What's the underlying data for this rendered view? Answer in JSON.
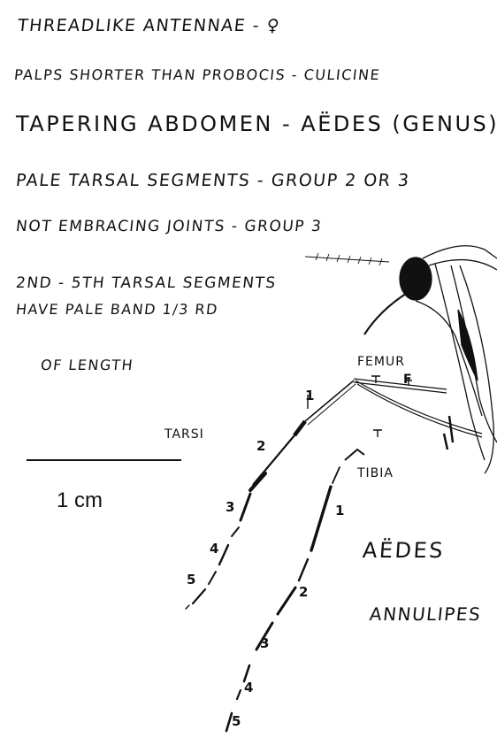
{
  "notes": {
    "line1": "THREADLIKE ANTENNAE - ♀",
    "line2": "PALPS SHORTER THAN PROBOCIS - CULICINE",
    "line3": "TAPERING ABDOMEN - AËDES (GENUS)",
    "line4": "PALE TARSAL SEGMENTS - GROUP 2 OR 3",
    "line5": "NOT EMBRACING JOINTS - GROUP 3",
    "line6": "2ND - 5TH TARSAL SEGMENTS",
    "line7": "HAVE PALE BAND 1/3 RD",
    "line8": "OF LENGTH"
  },
  "labels": {
    "femur": "FEMUR",
    "femur_f": "F",
    "femur_t": "T",
    "tibia": "TIBIA",
    "tarsi": "TARSI",
    "species_line1": "AËDES",
    "species_line2": "ANNULIPES"
  },
  "scale_bar": {
    "label": "1 cm"
  },
  "segment_numbers": {
    "leg_a": [
      "1",
      "2",
      "3",
      "4",
      "5"
    ],
    "leg_b": [
      "1",
      "2",
      "3",
      "4",
      "5"
    ]
  },
  "colors": {
    "ink": "#111111",
    "paper": "#ffffff"
  }
}
